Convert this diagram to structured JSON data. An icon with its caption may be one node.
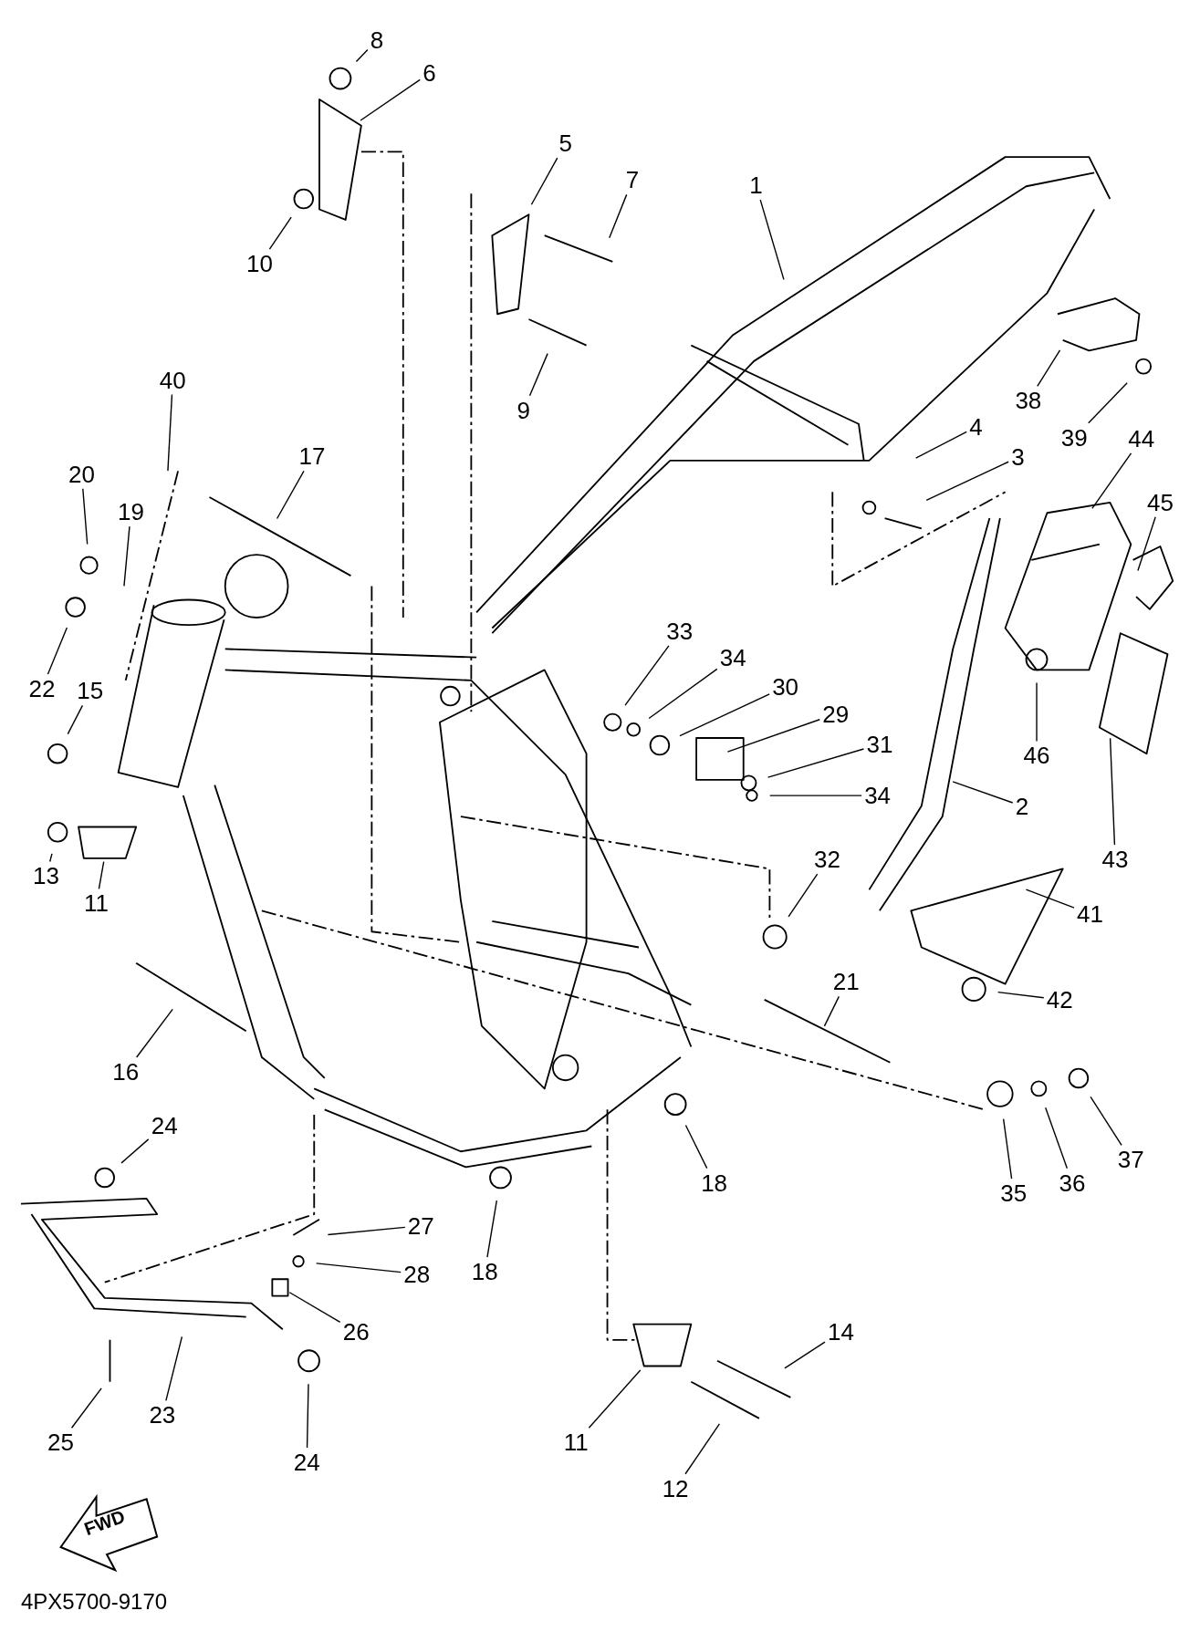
{
  "diagram": {
    "nodes": [
      {
        "text": [
          "8"
        ]
      },
      {
        "text": [
          "6"
        ]
      },
      {
        "text": [
          "5"
        ]
      },
      {
        "text": [
          "7"
        ]
      },
      {
        "text": [
          "1"
        ]
      },
      {
        "text": [
          "10"
        ]
      },
      {
        "text": [
          "40"
        ]
      },
      {
        "text": [
          "9"
        ]
      },
      {
        "text": [
          "38"
        ]
      },
      {
        "text": [
          "4"
        ]
      },
      {
        "text": [
          "39"
        ]
      },
      {
        "text": [
          "44"
        ]
      },
      {
        "text": [
          "17"
        ]
      },
      {
        "text": [
          "3"
        ]
      },
      {
        "text": [
          "20"
        ]
      },
      {
        "text": [
          "45"
        ]
      },
      {
        "text": [
          "19"
        ]
      },
      {
        "text": [
          "33"
        ]
      },
      {
        "text": [
          "34"
        ]
      },
      {
        "text": [
          "30"
        ]
      },
      {
        "text": [
          "22"
        ]
      },
      {
        "text": [
          "15"
        ]
      },
      {
        "text": [
          "29"
        ]
      },
      {
        "text": [
          "31"
        ]
      },
      {
        "text": [
          "46"
        ]
      },
      {
        "text": [
          "34"
        ]
      },
      {
        "text": [
          "2"
        ]
      },
      {
        "text": [
          "43"
        ]
      },
      {
        "text": [
          "32"
        ]
      },
      {
        "text": [
          "13"
        ]
      },
      {
        "text": [
          "11"
        ]
      },
      {
        "text": [
          "41"
        ]
      },
      {
        "text": [
          "21"
        ]
      },
      {
        "text": [
          "42"
        ]
      },
      {
        "text": [
          "16"
        ]
      },
      {
        "text": [
          "24"
        ]
      },
      {
        "text": [
          "37"
        ]
      },
      {
        "text": [
          "18"
        ]
      },
      {
        "text": [
          "36"
        ]
      },
      {
        "text": [
          "35"
        ]
      },
      {
        "text": [
          "27"
        ]
      },
      {
        "text": [
          "18"
        ]
      },
      {
        "text": [
          "28"
        ]
      },
      {
        "text": [
          "26"
        ]
      },
      {
        "text": [
          "14"
        ]
      },
      {
        "text": [
          "23"
        ]
      },
      {
        "text": [
          "25"
        ]
      },
      {
        "text": [
          "11"
        ]
      },
      {
        "text": [
          "24"
        ]
      },
      {
        "text": [
          "12"
        ]
      }
    ],
    "edges": [
      {
        "from": 0,
        "to": null,
        "arrow": "none"
      },
      {
        "from": 1,
        "to": null,
        "arrow": "none"
      },
      {
        "from": 2,
        "to": null,
        "arrow": "none"
      },
      {
        "from": 3,
        "to": null,
        "arrow": "none"
      },
      {
        "from": 4,
        "to": null,
        "arrow": "none"
      },
      {
        "from": 5,
        "to": null,
        "arrow": "none"
      },
      {
        "from": 6,
        "to": null,
        "arrow": "none"
      },
      {
        "from": 7,
        "to": null,
        "arrow": "none"
      },
      {
        "from": 8,
        "to": null,
        "arrow": "none"
      },
      {
        "from": 9,
        "to": null,
        "arrow": "none"
      },
      {
        "from": 10,
        "to": null,
        "arrow": "none"
      },
      {
        "from": 11,
        "to": null,
        "arrow": "none"
      },
      {
        "from": 12,
        "to": null,
        "arrow": "none"
      },
      {
        "from": 13,
        "to": null,
        "arrow": "none"
      },
      {
        "from": 14,
        "to": null,
        "arrow": "none"
      },
      {
        "from": 15,
        "to": null,
        "arrow": "none"
      },
      {
        "from": 16,
        "to": null,
        "arrow": "none"
      },
      {
        "from": 17,
        "to": null,
        "arrow": "none"
      },
      {
        "from": 18,
        "to": null,
        "arrow": "none"
      },
      {
        "from": 19,
        "to": null,
        "arrow": "none"
      },
      {
        "from": 20,
        "to": null,
        "arrow": "none"
      },
      {
        "from": 21,
        "to": null,
        "arrow": "none"
      },
      {
        "from": 22,
        "to": null,
        "arrow": "none"
      },
      {
        "from": 23,
        "to": null,
        "arrow": "none"
      },
      {
        "from": 24,
        "to": null,
        "arrow": "none"
      },
      {
        "from": 25,
        "to": null,
        "arrow": "none"
      },
      {
        "from": 26,
        "to": null,
        "arrow": "none"
      },
      {
        "from": 27,
        "to": null,
        "arrow": "none"
      },
      {
        "from": 28,
        "to": null,
        "arrow": "none"
      },
      {
        "from": 29,
        "to": null,
        "arrow": "none"
      },
      {
        "from": 30,
        "to": null,
        "arrow": "none"
      },
      {
        "from": 31,
        "to": null,
        "arrow": "none"
      },
      {
        "from": 32,
        "to": null,
        "arrow": "none"
      },
      {
        "from": 33,
        "to": null,
        "arrow": "none"
      },
      {
        "from": 34,
        "to": null,
        "arrow": "none"
      },
      {
        "from": 35,
        "to": null,
        "arrow": "none"
      },
      {
        "from": 36,
        "to": null,
        "arrow": "none"
      },
      {
        "from": 37,
        "to": null,
        "arrow": "none"
      },
      {
        "from": 38,
        "to": null,
        "arrow": "none"
      },
      {
        "from": 39,
        "to": null,
        "arrow": "none"
      },
      {
        "from": 40,
        "to": null,
        "arrow": "none"
      },
      {
        "from": 41,
        "to": null,
        "arrow": "none"
      },
      {
        "from": 42,
        "to": null,
        "arrow": "none"
      },
      {
        "from": 43,
        "to": null,
        "arrow": "none"
      },
      {
        "from": 44,
        "to": null,
        "arrow": "none"
      },
      {
        "from": 45,
        "to": null,
        "arrow": "none"
      },
      {
        "from": 46,
        "to": null,
        "arrow": "none"
      },
      {
        "from": 47,
        "to": null,
        "arrow": "none"
      },
      {
        "from": 48,
        "to": null,
        "arrow": "none"
      },
      {
        "from": 49,
        "to": null,
        "arrow": "none"
      }
    ],
    "labels": [
      "FWD",
      "4PX5700-9170"
    ]
  }
}
